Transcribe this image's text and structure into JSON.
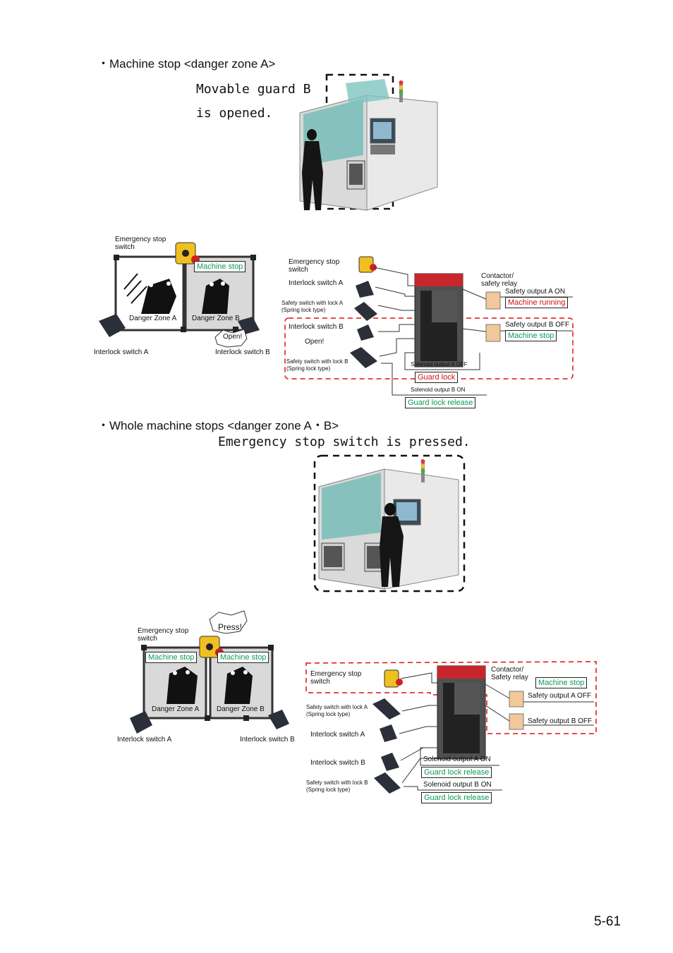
{
  "section1": {
    "heading": "・Machine stop <danger zone A>",
    "callout_line1": "Movable guard B",
    "callout_line2": "is opened.",
    "left_diagram": {
      "emergency_stop_label": "Emergency stop\nswitch",
      "machine_stop_label": "Machine stop",
      "danger_zone_a": "Danger Zone A",
      "danger_zone_b": "Danger Zone B",
      "open_label": "Open!",
      "interlock_a": "Interlock switch A",
      "interlock_b": "Interlock switch B"
    },
    "right_diagram": {
      "emergency_stop_label": "Emergency stop\nswitch",
      "interlock_a": "Interlock switch A",
      "safety_switch_a": "Safety switch with lock A\n(Spring lock type)",
      "interlock_b": "Interlock switch B",
      "open_label": "Open!",
      "safety_switch_b": "Safety switch with lock B\n(Spring lock type)",
      "contactor_label": "Contactor/\nsafety relay",
      "safety_output_a": "Safety output A ON",
      "machine_running": "Machine running",
      "safety_output_b": "Safety output B OFF",
      "machine_stop": "Machine stop",
      "solenoid_a": "Solenoid output A OFF",
      "guard_lock": "Guard lock",
      "solenoid_b": "Solenoid output B ON",
      "guard_lock_release": "Guard lock release"
    }
  },
  "section2": {
    "heading": "・Whole machine stops <danger zone A・B>",
    "callout": "Emergency stop switch is pressed.",
    "left_diagram": {
      "press_label": "Press!",
      "emergency_stop_label": "Emergency stop\nswitch",
      "machine_stop_a": "Machine stop",
      "machine_stop_b": "Machine stop",
      "danger_zone_a": "Danger Zone A",
      "danger_zone_b": "Danger Zone B",
      "interlock_a": "Interlock switch A",
      "interlock_b": "Interlock switch B"
    },
    "right_diagram": {
      "emergency_stop_label": "Emergency stop\nswitch",
      "safety_switch_a": "Safety switch with lock A\n(Spring lock type)",
      "interlock_a": "Interlock switch A",
      "interlock_b": "Interlock switch B",
      "safety_switch_b": "Safety switch with lock B\n(Spring lock type)",
      "contactor_label": "Contactor/\nSafety relay",
      "machine_stop": "Machine stop",
      "safety_output_a": "Safety output A OFF",
      "safety_output_b": "Safety output B OFF",
      "solenoid_a": "Solenoid output A ON",
      "guard_lock_release_a": "Guard lock release",
      "solenoid_b": "Solenoid output B ON",
      "guard_lock_release_b": "Guard lock release"
    }
  },
  "page_number": "5-61",
  "colors": {
    "green": "#0a9a55",
    "red": "#d01010",
    "dash_red": "#e01010"
  }
}
